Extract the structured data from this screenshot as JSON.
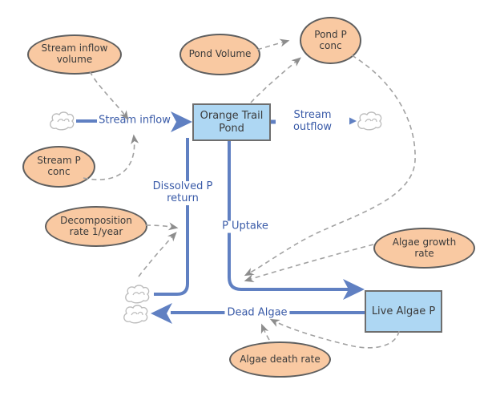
{
  "colors": {
    "background": "#ffffff",
    "stock_fill": "#aed7f3",
    "stock_border": "#6e6e6e",
    "converter_fill": "#f9c9a2",
    "converter_border": "#5f5f5f",
    "node_text": "#3b3b3b",
    "flow_pipe": "#6080c2",
    "flow_label": "#3a5ba8",
    "connector": "#a2a2a2",
    "connector_arrow": "#8d8d8d",
    "cloud_stroke": "#bcbcbc",
    "cloud_fill": "#ffffff"
  },
  "stocks": [
    {
      "id": "orange-trail-pond",
      "label": "Orange Trail\nPond"
    },
    {
      "id": "live-algae-p",
      "label": "Live Algae P"
    }
  ],
  "converters": [
    {
      "id": "stream-inflow-volume",
      "label": "Stream inflow\nvolume"
    },
    {
      "id": "pond-volume",
      "label": "Pond Volume"
    },
    {
      "id": "pond-p-conc",
      "label": "Pond P\nconc"
    },
    {
      "id": "stream-p-conc",
      "label": "Stream P\nconc"
    },
    {
      "id": "decomposition-rate",
      "label": "Decomposition\nrate 1/year"
    },
    {
      "id": "algae-growth-rate",
      "label": "Algae growth\nrate"
    },
    {
      "id": "algae-death-rate",
      "label": "Algae death rate"
    }
  ],
  "flows": [
    {
      "id": "stream-inflow",
      "label": "Stream inflow",
      "from": "cloud-source",
      "to": "orange-trail-pond"
    },
    {
      "id": "stream-outflow",
      "label": "Stream\noutflow",
      "from": "orange-trail-pond",
      "to": "cloud-sink"
    },
    {
      "id": "dissolved-p-return",
      "label": "Dissolved P\nreturn",
      "from": "cloud-source",
      "to": "orange-trail-pond"
    },
    {
      "id": "p-uptake",
      "label": "P Uptake",
      "from": "orange-trail-pond",
      "to": "live-algae-p"
    },
    {
      "id": "dead-algae",
      "label": "Dead Algae",
      "from": "live-algae-p",
      "to": "cloud-sink"
    }
  ],
  "connectors": [
    {
      "from": "stream-inflow-volume",
      "to": "stream-inflow"
    },
    {
      "from": "stream-p-conc",
      "to": "stream-inflow"
    },
    {
      "from": "pond-volume",
      "to": "pond-p-conc"
    },
    {
      "from": "orange-trail-pond",
      "to": "pond-p-conc"
    },
    {
      "from": "pond-p-conc",
      "to": "p-uptake"
    },
    {
      "from": "algae-growth-rate",
      "to": "p-uptake"
    },
    {
      "from": "decomposition-rate",
      "to": "dissolved-p-return"
    },
    {
      "from": "dead-algae-cloud",
      "to": "dissolved-p-return"
    },
    {
      "from": "algae-death-rate",
      "to": "dead-algae"
    },
    {
      "from": "live-algae-p",
      "to": "dead-algae"
    }
  ],
  "icons": [
    {
      "name": "cloud-icon",
      "meaning": "source-sink boundary",
      "count": 4
    }
  ]
}
